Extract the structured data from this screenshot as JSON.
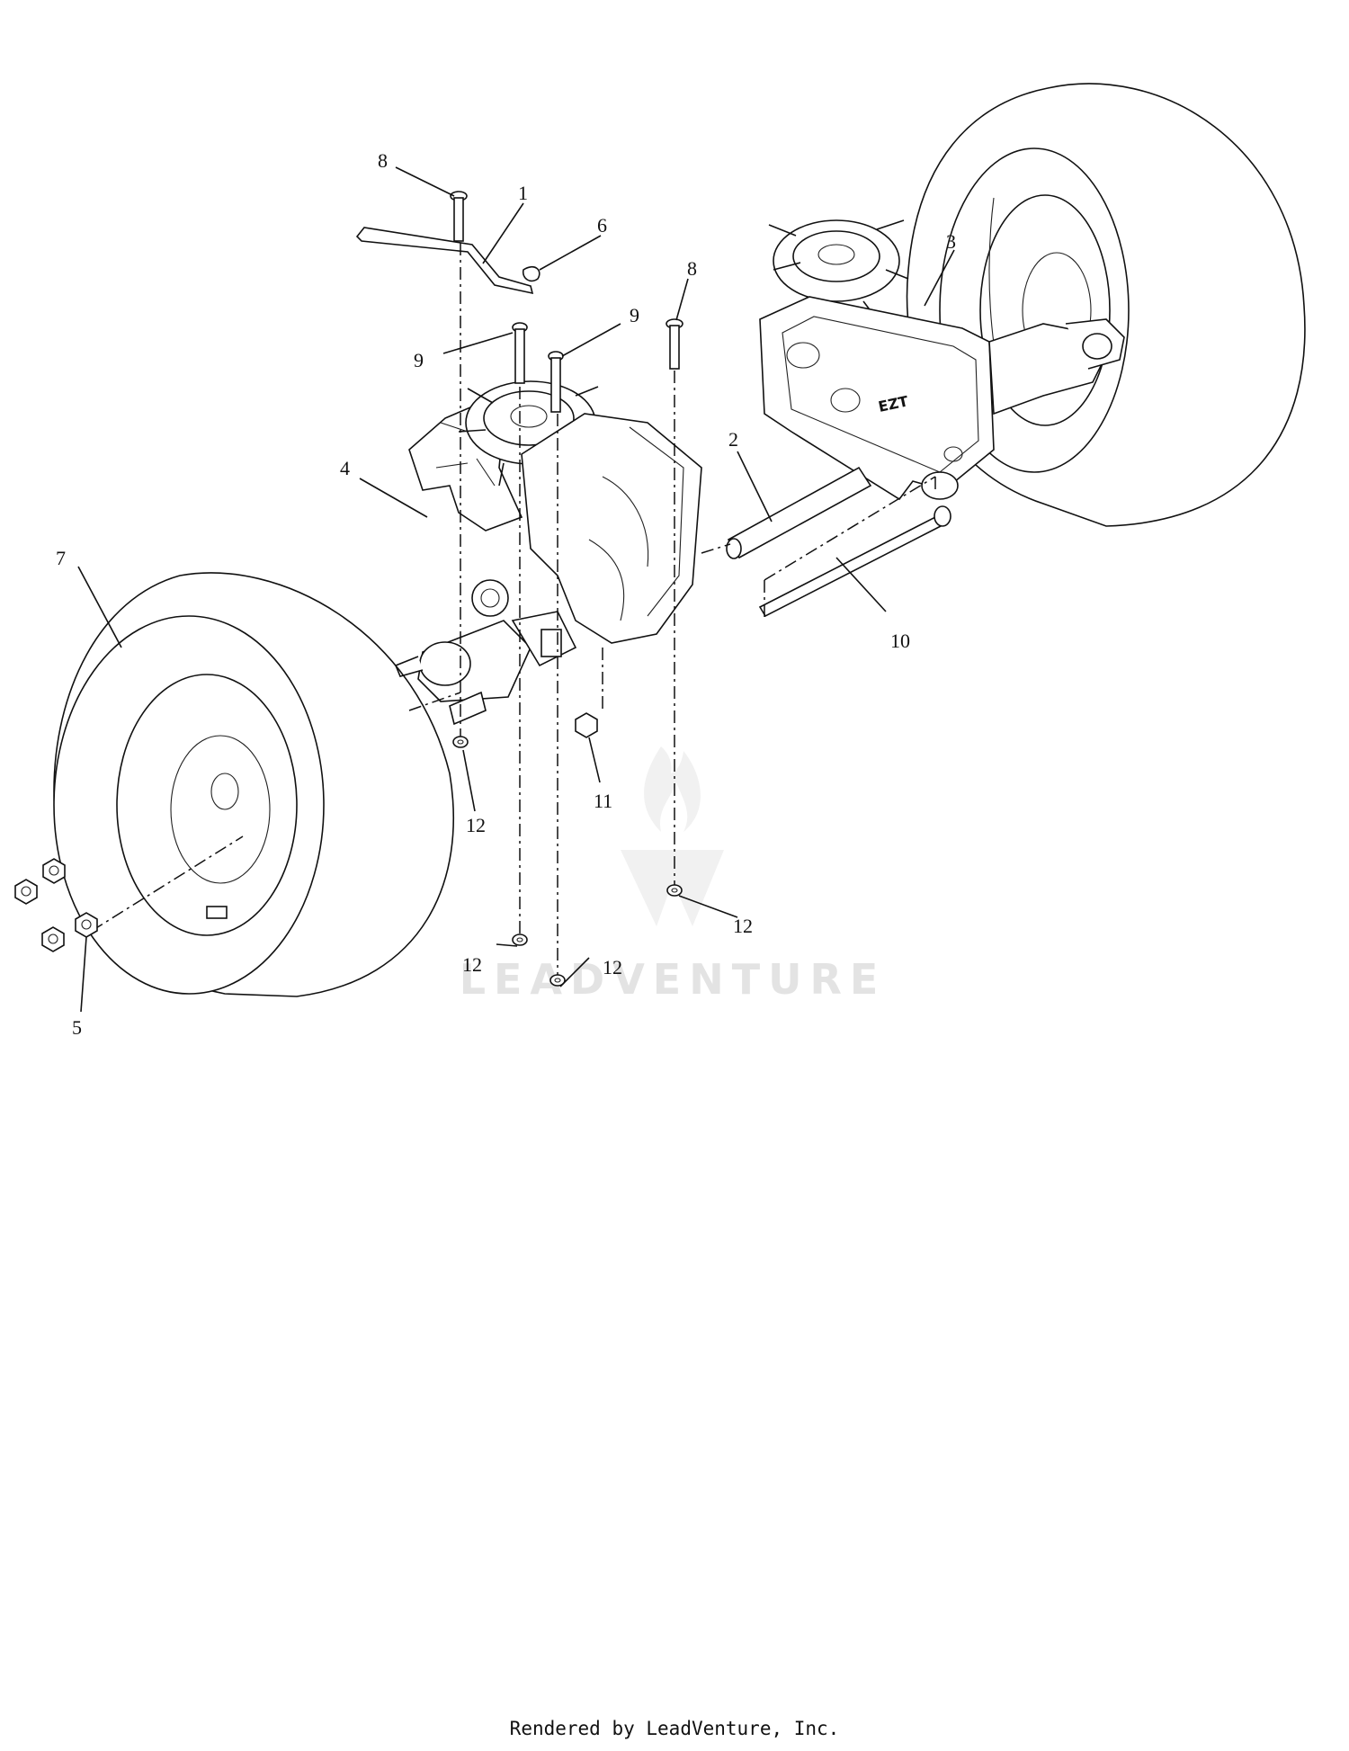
{
  "watermark": {
    "text": "LEADVENTURE"
  },
  "callouts": {
    "c1": "1",
    "c2": "2",
    "c3": "3",
    "c4": "4",
    "c5": "5",
    "c6": "6",
    "c7": "7",
    "c8a": "8",
    "c8b": "8",
    "c9a": "9",
    "c9b": "9",
    "c10": "10",
    "c11": "11",
    "c12a": "12",
    "c12b": "12",
    "c12c": "12",
    "c12d": "12"
  },
  "footer": {
    "text": "Rendered by LeadVenture, Inc."
  },
  "icons": {
    "tire_left": "tire-icon",
    "tire_right": "tire-icon",
    "transaxle_left": "transaxle-icon",
    "transaxle_right": "transaxle-icon"
  }
}
